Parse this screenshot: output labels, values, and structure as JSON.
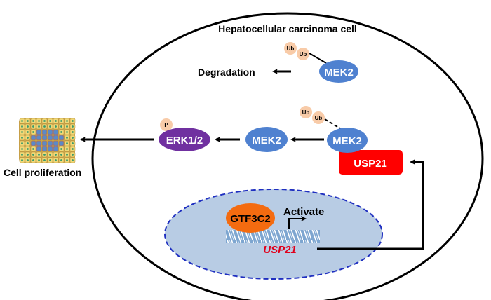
{
  "title": "Hepatocellular carcinoma cell",
  "nodes": {
    "mek2_degraded": {
      "label": "MEK2",
      "ub": [
        "Ub",
        "Ub"
      ]
    },
    "degradation": {
      "label": "Degradation"
    },
    "mek2_ubiquitinated": {
      "label": "MEK2",
      "ub": [
        "Ub",
        "Ub"
      ]
    },
    "mek2_stabilized": {
      "label": "MEK2"
    },
    "erk": {
      "label": "ERK1/2",
      "phospho": "P"
    },
    "usp21_protein": {
      "label": "USP21"
    },
    "gtf3c2": {
      "label": "GTF3C2"
    },
    "activate": {
      "label": "Activate"
    },
    "usp21_gene": {
      "label": "USP21"
    },
    "cell_proliferation": {
      "label": "Cell proliferation"
    }
  },
  "colors": {
    "mek2": "#4f81d0",
    "erk": "#7030a0",
    "ub": "#f8cba8",
    "usp21_box": "#ff0000",
    "gtf3c2": "#f46b10",
    "nucleus_fill": "#b8cce4",
    "nucleus_border": "#1f2fc0",
    "gene_text": "#e0001b"
  }
}
